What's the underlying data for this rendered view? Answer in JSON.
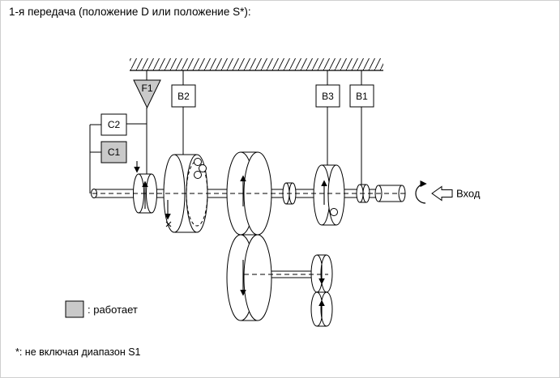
{
  "title": "1-я передача (положение D или положение S*):",
  "components": {
    "f1": {
      "label": "F1",
      "state": "active"
    },
    "b2": {
      "label": "B2",
      "state": "inactive"
    },
    "b3": {
      "label": "B3",
      "state": "inactive"
    },
    "b1": {
      "label": "B1",
      "state": "inactive"
    },
    "c2": {
      "label": "C2",
      "state": "inactive"
    },
    "c1": {
      "label": "C1",
      "state": "active"
    }
  },
  "input": {
    "label": "Вход"
  },
  "legend": {
    "label": ": работает"
  },
  "footnote": "*: не включая диапазон S1",
  "colors": {
    "active_fill": "#c9c9c9",
    "inactive_fill": "#ffffff",
    "line": "#000000",
    "background": "#ffffff"
  }
}
